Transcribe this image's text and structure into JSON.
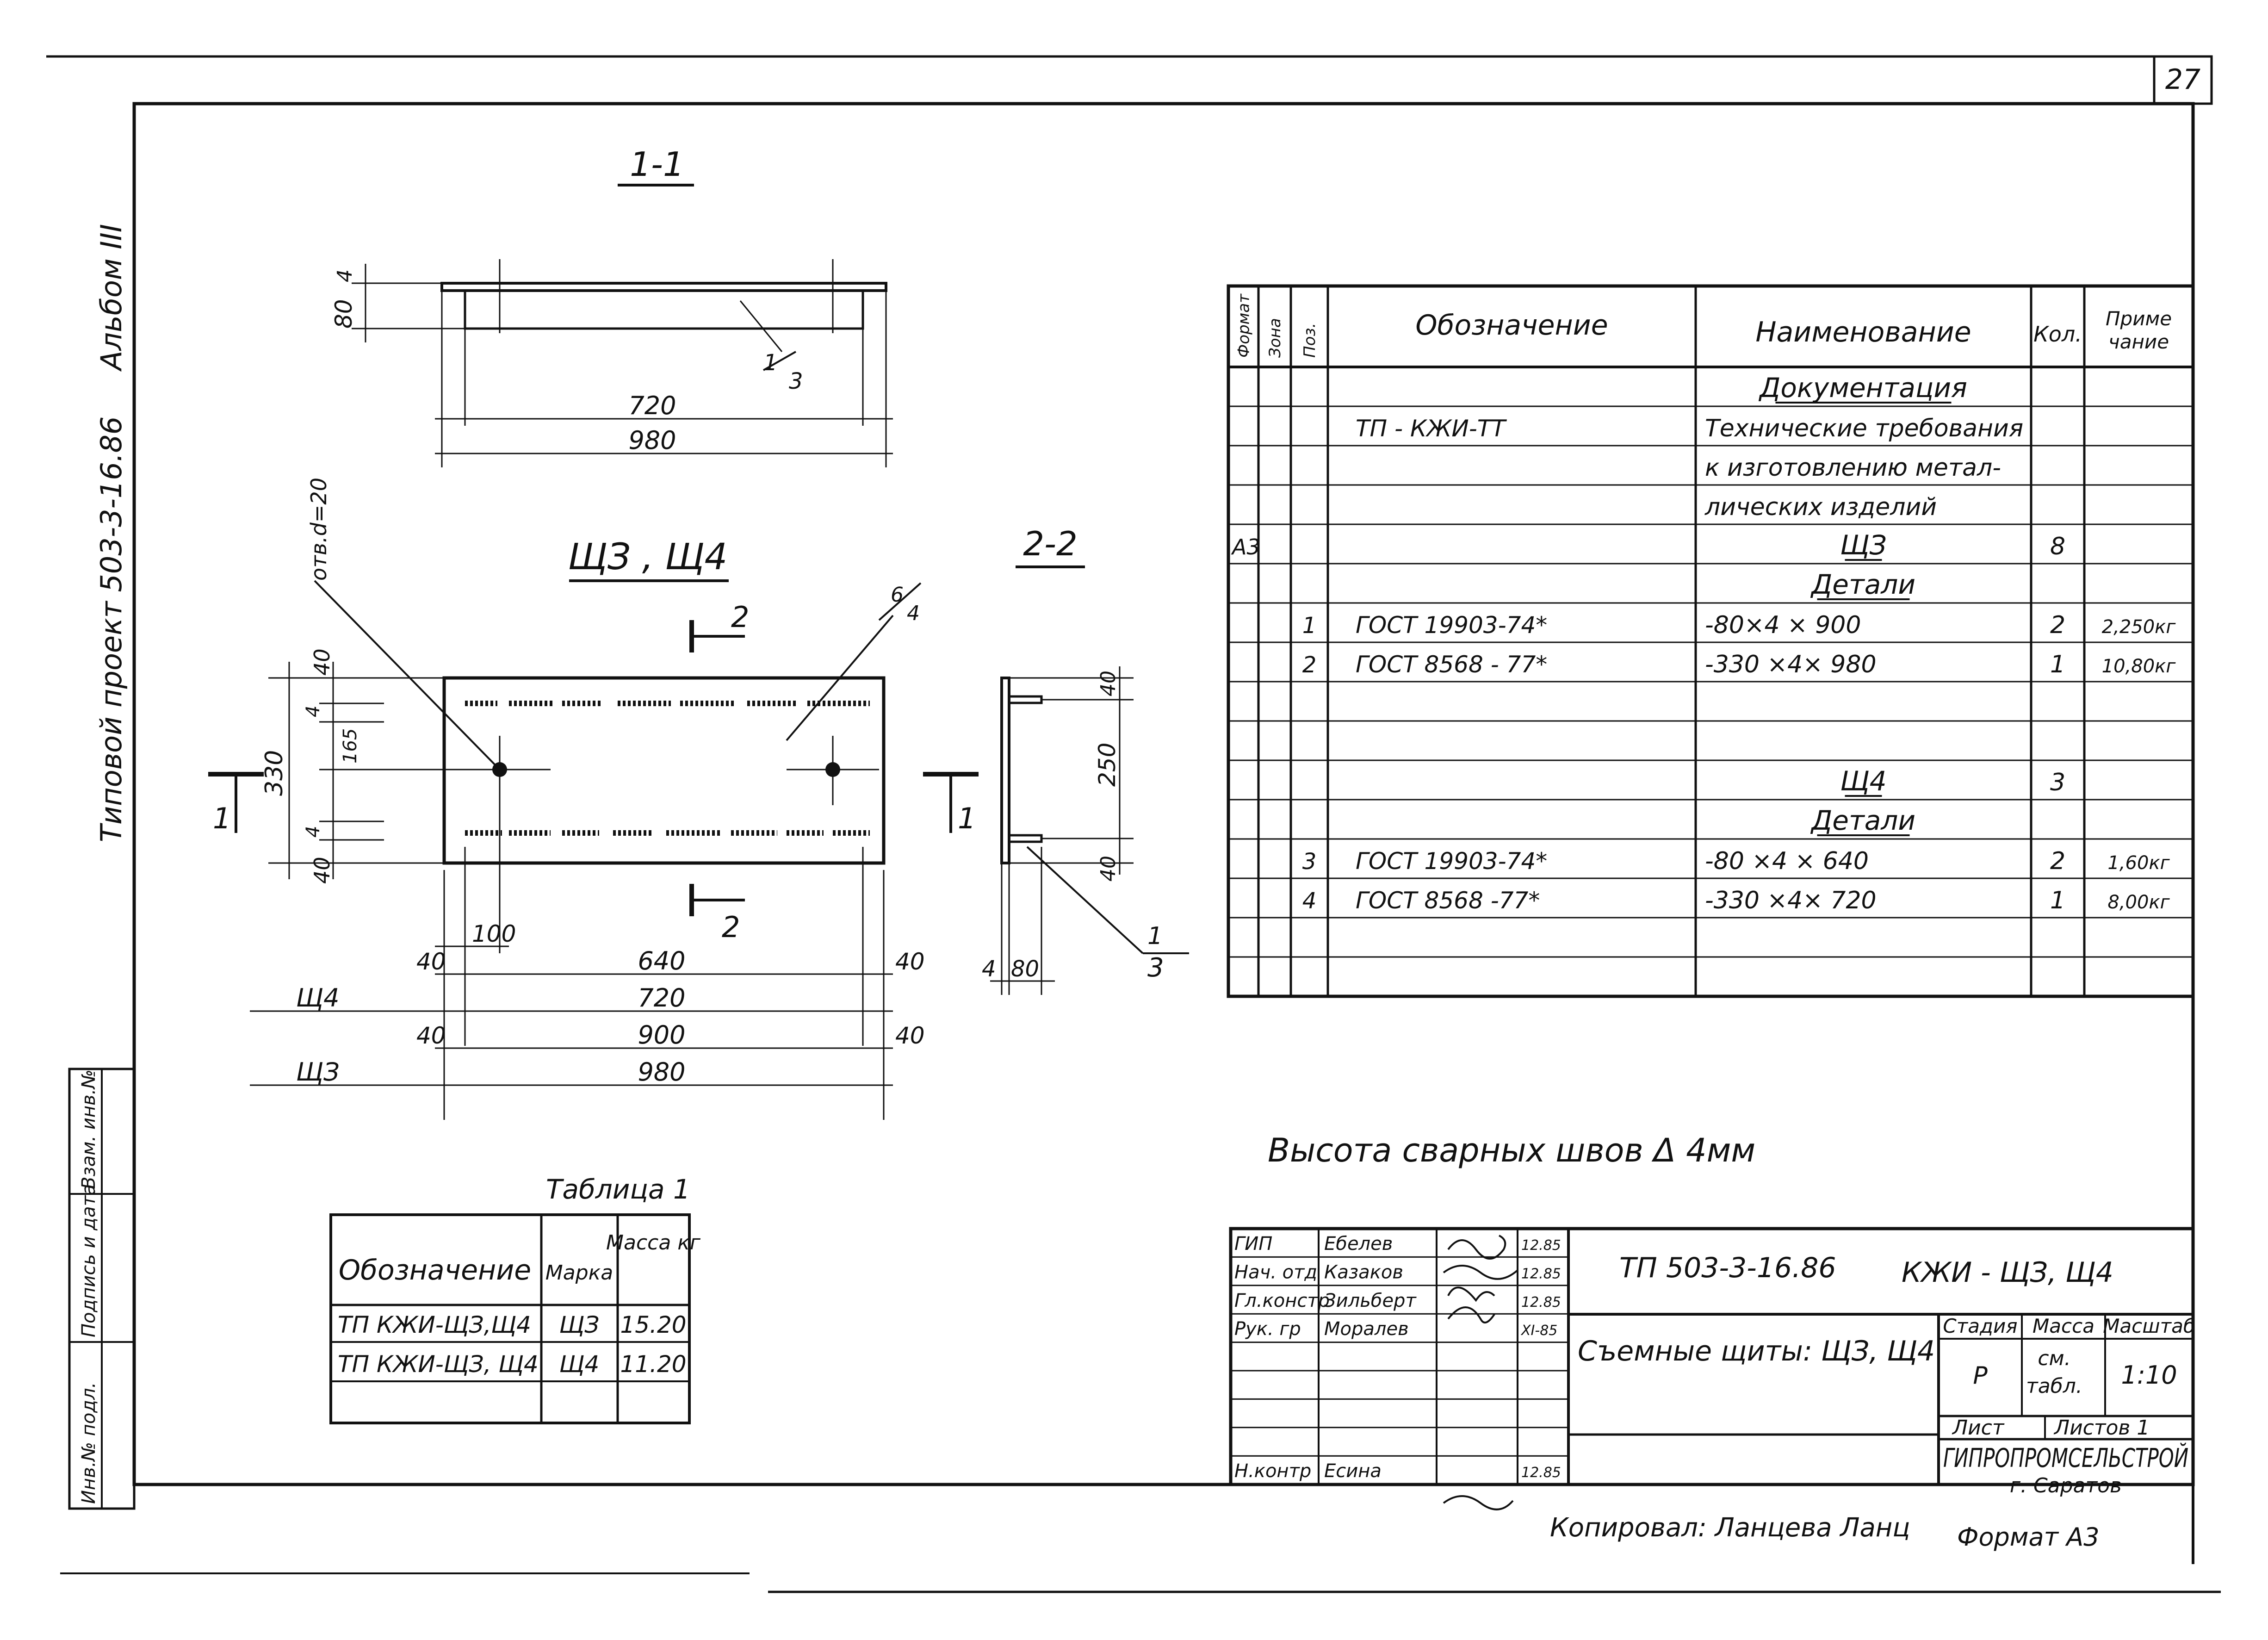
{
  "sheet": {
    "number": "27",
    "album_label": "Альбом III",
    "project_label": "Типовой проект 503-3-16.86",
    "left_stamp": [
      "Инв.№ подл.",
      "Подпись и дата",
      "Взам. инв.№"
    ]
  },
  "drawing": {
    "section_1_1": {
      "title": "1-1",
      "dims": [
        "80",
        "4",
        "720",
        "980"
      ],
      "callout": [
        "1",
        "3"
      ]
    },
    "plan": {
      "title": "ЩЗ , Щ4",
      "hole_note": "отв.d=20",
      "callout": [
        "6",
        "4"
      ],
      "section_mark": "2",
      "cut_mark": "1",
      "left_dims": [
        "40",
        "4",
        "165",
        "330",
        "4",
        "40"
      ],
      "bottom_dims": [
        "100",
        "640",
        "40",
        "40",
        "720",
        "40",
        "900",
        "40",
        "980"
      ],
      "row_labels": [
        "Щ4",
        "ЩЗ"
      ]
    },
    "section_2_2": {
      "title": "2-2",
      "dims": [
        "40",
        "250",
        "40",
        "4",
        "80"
      ],
      "callout": [
        "1",
        "3"
      ]
    }
  },
  "spec_table": {
    "headers": [
      "Формат",
      "Зона",
      "Поз.",
      "Обозначение",
      "Наименование",
      "Кол.",
      "Приме чание"
    ],
    "rows": [
      {
        "fmt": "",
        "zone": "",
        "pos": "",
        "desig": "",
        "name": "Документация",
        "qty": "",
        "note": ""
      },
      {
        "fmt": "",
        "zone": "",
        "pos": "",
        "desig": "ТП -                КЖИ-ТТ",
        "name": "Технические требования",
        "qty": "",
        "note": ""
      },
      {
        "fmt": "",
        "zone": "",
        "pos": "",
        "desig": "",
        "name": "к изготовлению метал-",
        "qty": "",
        "note": ""
      },
      {
        "fmt": "",
        "zone": "",
        "pos": "",
        "desig": "",
        "name": "лических изделий",
        "qty": "",
        "note": ""
      },
      {
        "fmt": "А3",
        "zone": "",
        "pos": "",
        "desig": "",
        "name": "ЩЗ",
        "qty": "8",
        "note": ""
      },
      {
        "fmt": "",
        "zone": "",
        "pos": "",
        "desig": "",
        "name": "Детали",
        "qty": "",
        "note": ""
      },
      {
        "fmt": "",
        "zone": "",
        "pos": "1",
        "desig": "ГОСТ    19903-74*",
        "name": "-80×4 × 900",
        "qty": "2",
        "note": "2,250кг"
      },
      {
        "fmt": "",
        "zone": "",
        "pos": "2",
        "desig": "ГОСТ    8568 - 77*",
        "name": "-330 ×4× 980",
        "qty": "1",
        "note": "10,80кг"
      },
      {
        "fmt": "",
        "zone": "",
        "pos": "",
        "desig": "",
        "name": "",
        "qty": "",
        "note": ""
      },
      {
        "fmt": "",
        "zone": "",
        "pos": "",
        "desig": "",
        "name": "",
        "qty": "",
        "note": ""
      },
      {
        "fmt": "",
        "zone": "",
        "pos": "",
        "desig": "",
        "name": "Щ4",
        "qty": "3",
        "note": ""
      },
      {
        "fmt": "",
        "zone": "",
        "pos": "",
        "desig": "",
        "name": "Детали",
        "qty": "",
        "note": ""
      },
      {
        "fmt": "",
        "zone": "",
        "pos": "3",
        "desig": "ГОСТ    19903-74*",
        "name": "-80 ×4 × 640",
        "qty": "2",
        "note": "1,60кг"
      },
      {
        "fmt": "",
        "zone": "",
        "pos": "4",
        "desig": "ГОСТ    8568 -77*",
        "name": "-330 ×4× 720",
        "qty": "1",
        "note": "8,00кг"
      },
      {
        "fmt": "",
        "zone": "",
        "pos": "",
        "desig": "",
        "name": "",
        "qty": "",
        "note": ""
      },
      {
        "fmt": "",
        "zone": "",
        "pos": "",
        "desig": "",
        "name": "",
        "qty": "",
        "note": ""
      }
    ]
  },
  "weld_note": "Высота сварных швов Δ 4мм",
  "table1": {
    "title": "Таблица 1",
    "headers": [
      "Обозначение",
      "Марка",
      "Масса кг"
    ],
    "rows": [
      {
        "desig": "ТП   КЖИ-ЩЗ,Щ4",
        "mark": "ЩЗ",
        "mass": "15.20"
      },
      {
        "desig": "ТП  КЖИ-ЩЗ, Щ4",
        "mark": "Щ4",
        "mass": "11.20"
      },
      {
        "desig": "",
        "mark": "",
        "mass": ""
      }
    ]
  },
  "title_block": {
    "people": [
      {
        "role": "ГИП",
        "name": "Ебелев",
        "date": "12.85"
      },
      {
        "role": "Нач. отд",
        "name": "Казаков",
        "date": "12.85"
      },
      {
        "role": "Гл.констр",
        "name": "Зильберт",
        "date": "12.85"
      },
      {
        "role": "Рук. гр",
        "name": "Моралев",
        "date": "XI-85"
      },
      {
        "role": "",
        "name": "",
        "date": ""
      },
      {
        "role": "",
        "name": "",
        "date": ""
      },
      {
        "role": "",
        "name": "",
        "date": ""
      },
      {
        "role": "",
        "name": "",
        "date": ""
      },
      {
        "role": "Н.контр",
        "name": "Есина",
        "date": "12.85"
      }
    ],
    "doc_code": "ТП 503-3-16.86",
    "doc_mark": "КЖИ - ЩЗ, Щ4",
    "doc_title": "Съемные щиты: ЩЗ, Щ4",
    "stage_header": "Стадия",
    "stage": "Р",
    "mass_header": "Масса",
    "mass": [
      "см.",
      "табл."
    ],
    "scale_header": "Масштаб",
    "scale": "1:10",
    "sheet_label": "Лист",
    "sheets_label": "Листов 1",
    "org": "ГИПРОПРОМСЕЛЬСТРОЙ",
    "city": "г. Саратов"
  },
  "copied_by": "Копировал: Ланцева  Ланц",
  "format": "Формат А3"
}
